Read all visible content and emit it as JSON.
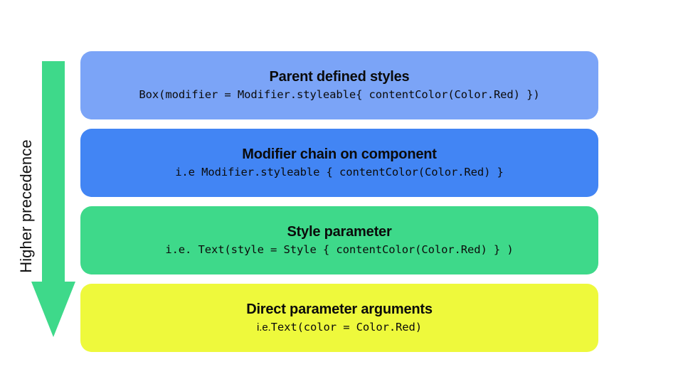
{
  "diagram": {
    "axis": {
      "label": "Higher precedence",
      "arrow_direction": "down",
      "arrow_color": "#3ed98a"
    },
    "layers": [
      {
        "title": "Parent defined styles",
        "code_prefix": "",
        "code": "Box(modifier = Modifier.styleable{ contentColor(Color.Red) })",
        "color": "#7ba4f7"
      },
      {
        "title": "Modifier chain on component",
        "code_prefix": "",
        "code": "i.e Modifier.styleable { contentColor(Color.Red) }",
        "color": "#4285f4"
      },
      {
        "title": "Style parameter",
        "code_prefix": "",
        "code": "i.e. Text(style = Style { contentColor(Color.Red) } )",
        "color": "#3ed98a"
      },
      {
        "title": "Direct parameter arguments",
        "code_prefix": "i.e.",
        "code": "Text(color = Color.Red)",
        "color": "#eef93c"
      }
    ]
  }
}
